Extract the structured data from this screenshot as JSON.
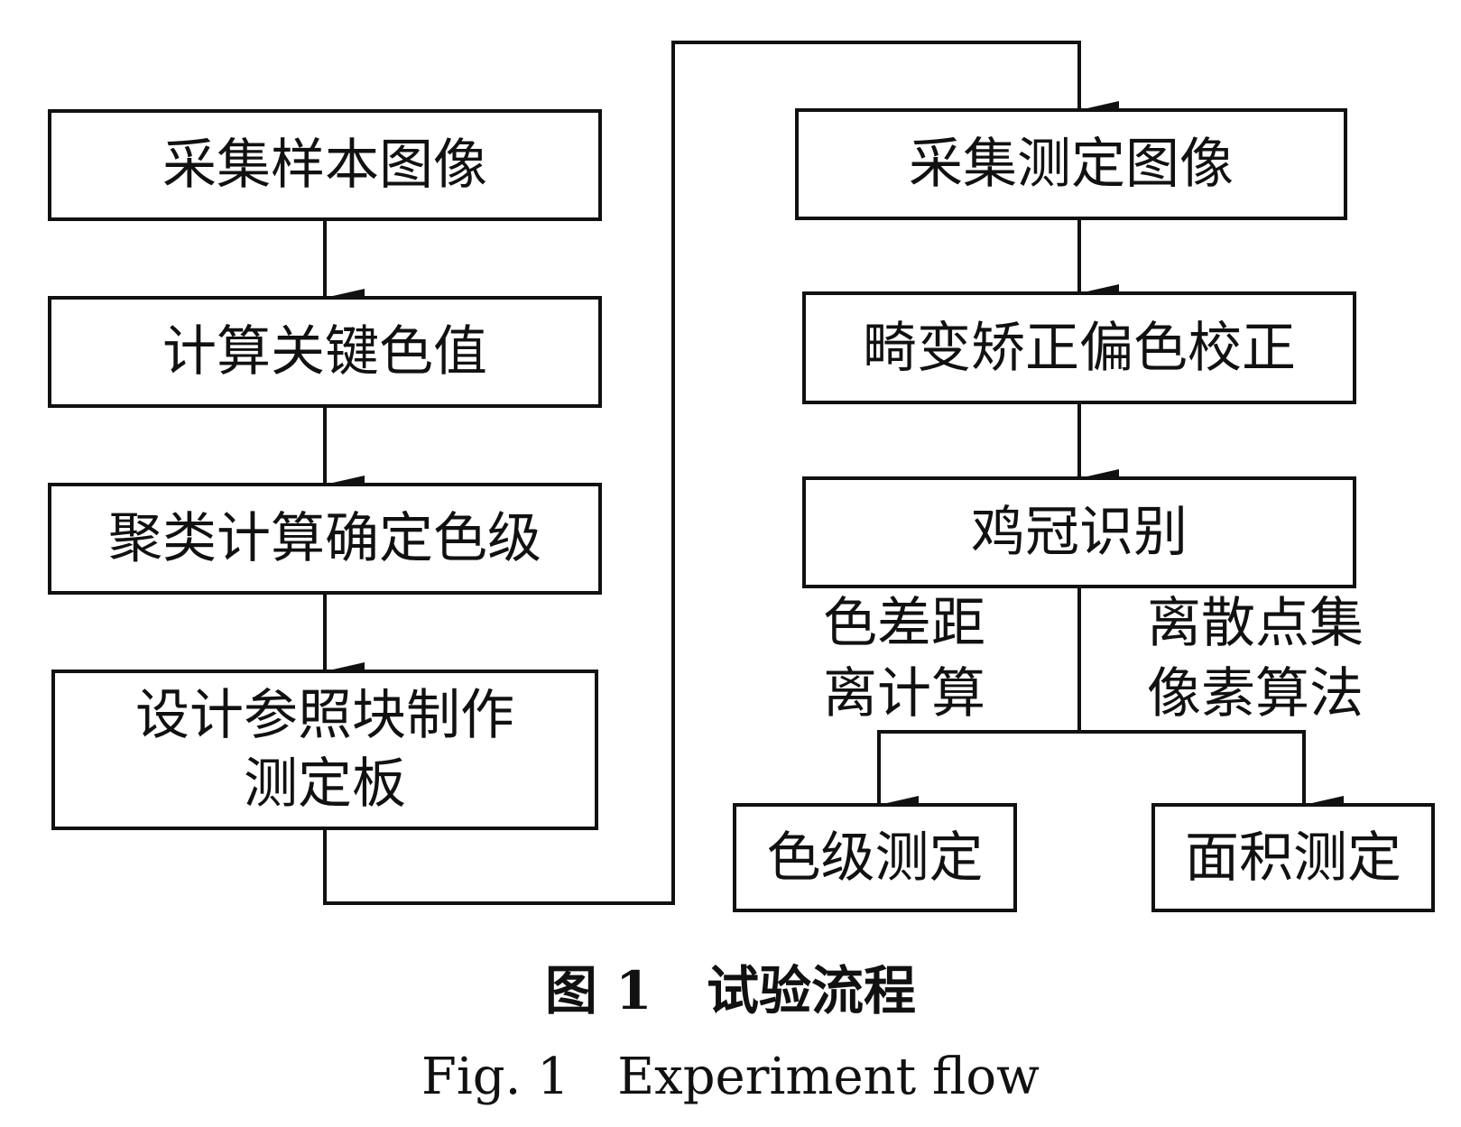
{
  "left_column": {
    "step1": "采集样本图像",
    "step2": "计算关键色值",
    "step3": "聚类计算确定色级",
    "step4_line1": "设计参照块制作",
    "step4_line2": "测定板"
  },
  "right_column": {
    "step1": "采集测定图像",
    "step2": "畸变矫正偏色校正",
    "step3": "鸡冠识别"
  },
  "branches": {
    "left_label_line1": "色差距",
    "left_label_line2": "离计算",
    "right_label_line1": "离散点集",
    "right_label_line2": "像素算法",
    "left_result": "色级测定",
    "right_result": "面积测定"
  },
  "caption": {
    "cn": "图 1   试验流程",
    "en": "Fig. 1   Experiment flow"
  }
}
